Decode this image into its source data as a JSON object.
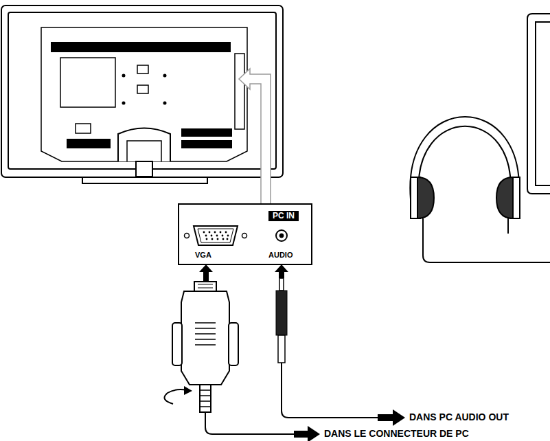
{
  "diagram": {
    "nodes": [
      {
        "text": [
          "PC IN",
          "VGA",
          "AUDIO"
        ]
      }
    ],
    "labels": [
      "DANS PC AUDIO OUT",
      "DANS LE CONNECTEUR DE PC"
    ]
  }
}
